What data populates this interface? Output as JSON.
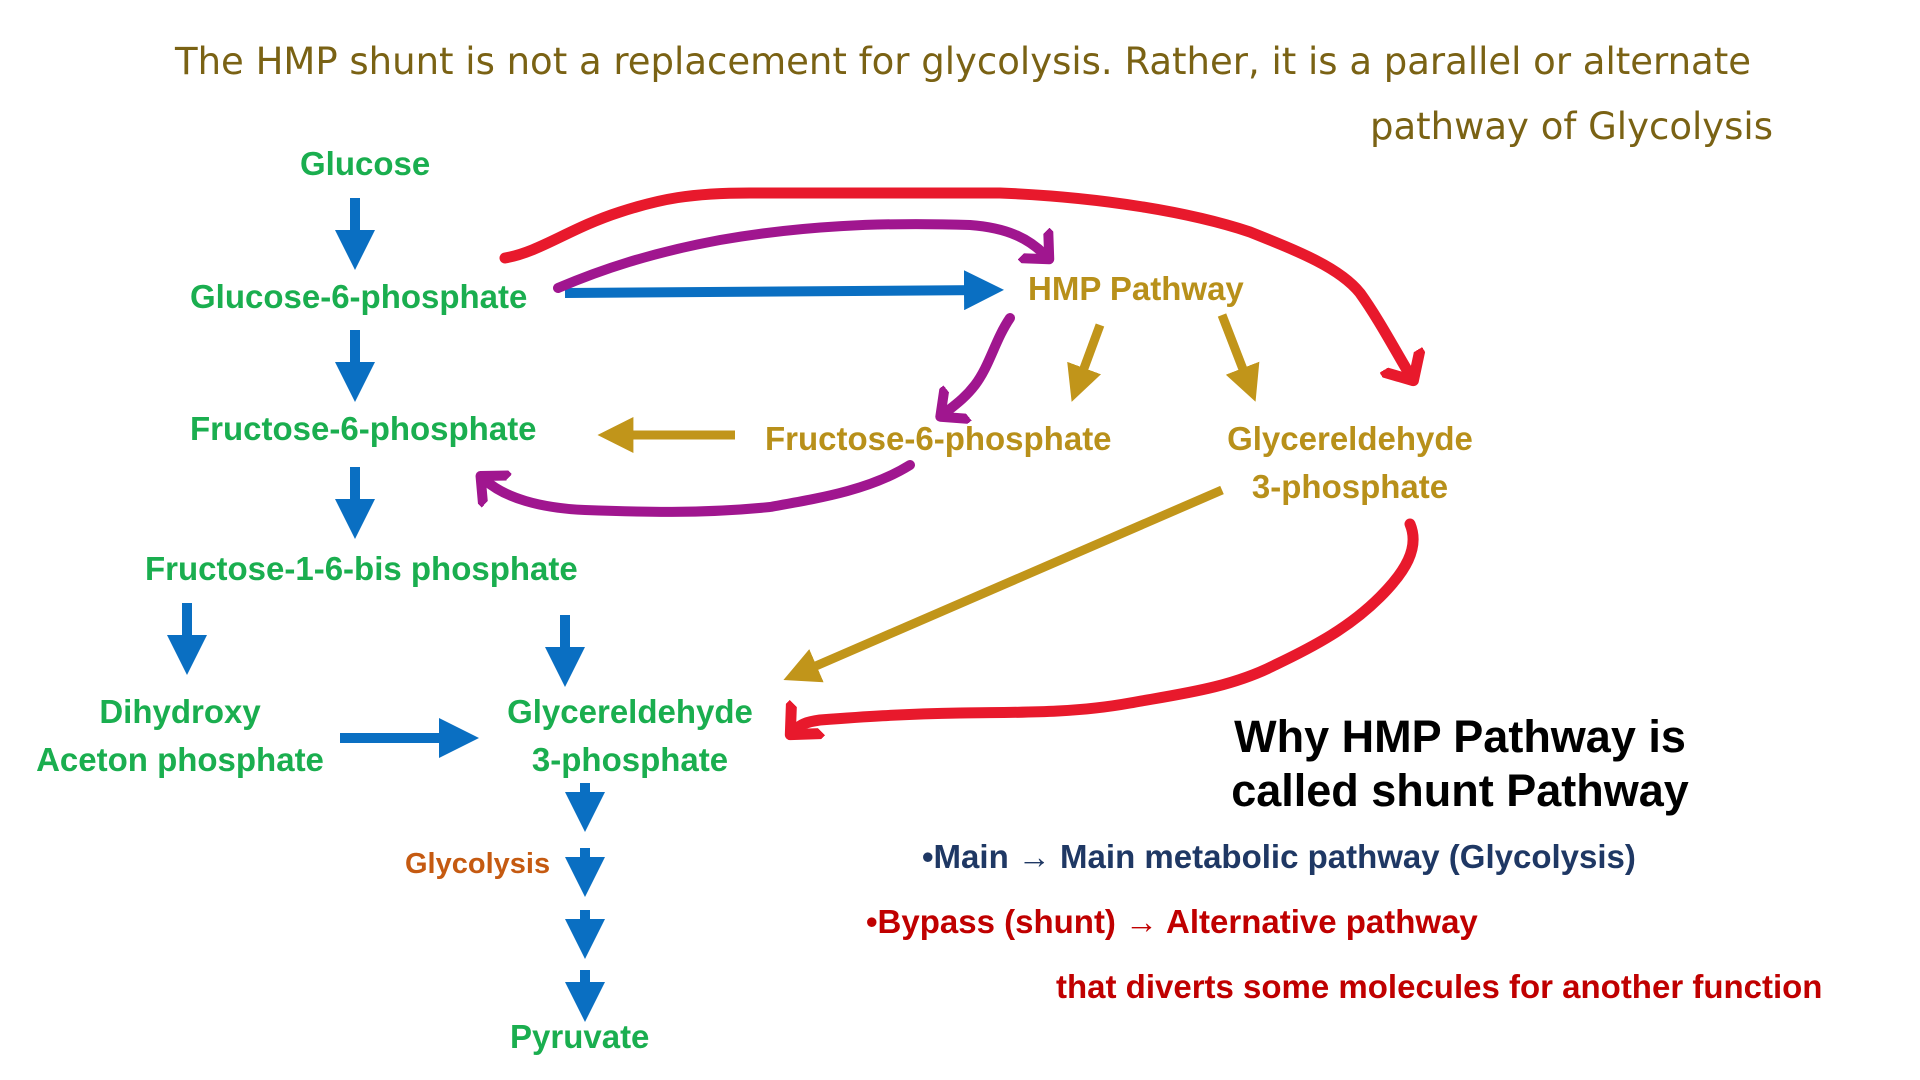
{
  "intro": {
    "line1": "The HMP shunt is not a replacement for glycolysis. Rather, it is a parallel or alternate",
    "line2": "pathway of Glycolysis"
  },
  "glycolysis_steps": {
    "glucose": "Glucose",
    "g6p": "Glucose-6-phosphate",
    "f6p": "Fructose-6-phosphate",
    "f16bp": "Fructose-1-6-bis phosphate",
    "dhap_line1": "Dihydroxy",
    "dhap_line2": "Aceton phosphate",
    "g3p_line1": "Glycereldehyde",
    "g3p_line2": "3-phosphate",
    "glycolysis_label": "Glycolysis",
    "pyruvate": "Pyruvate"
  },
  "hmp": {
    "title": "HMP Pathway",
    "f6p": "Fructose-6-phosphate",
    "g3p_line1": "Glycereldehyde",
    "g3p_line2": "3-phosphate"
  },
  "explanation": {
    "heading_line1": "Why HMP Pathway is",
    "heading_line2": "called shunt Pathway",
    "main_bullet": "•Main → Main metabolic pathway (Glycolysis)",
    "bypass_bullet": "•Bypass (shunt) → Alternative pathway",
    "bypass_continued": "that diverts some molecules for another function"
  },
  "colors": {
    "glycolysis_text": "#1aae4f",
    "hmp_text": "#b8901a",
    "flow_arrow": "#0a6fc2",
    "hmp_arrow": "#c1951a",
    "shunt_loop": "#e8192c",
    "hmp_loop": "#a0168f",
    "main_bullet": "#1f3864",
    "bypass_bullet": "#c00000"
  }
}
